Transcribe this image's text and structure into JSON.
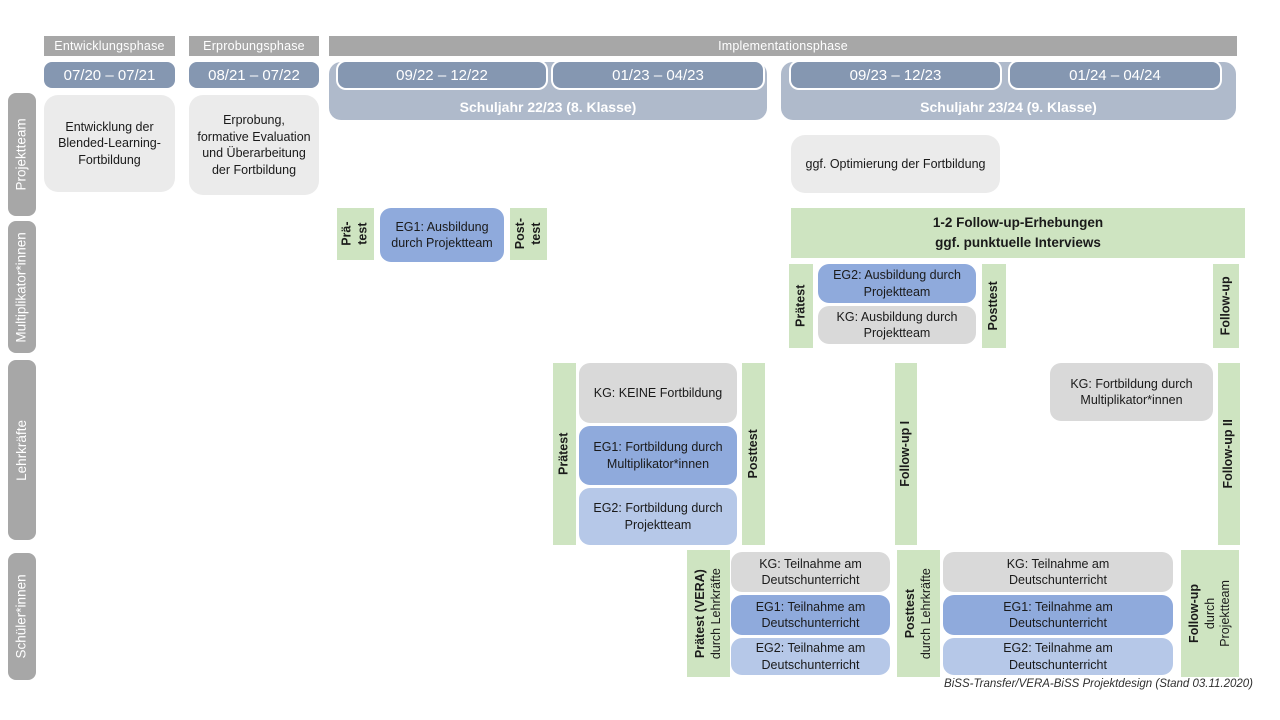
{
  "phases": {
    "p1": "Entwicklungsphase",
    "p2": "Erprobungsphase",
    "p3": "Implementationsphase"
  },
  "dates": {
    "d1": "07/20 – 07/21",
    "d2": "08/21 – 07/22",
    "d3": "09/22 – 12/22",
    "d4": "01/23 – 04/23",
    "d5": "09/23 – 12/23",
    "d6": "01/24 – 04/24"
  },
  "school_years": {
    "sy1": "Schuljahr 22/23 (8. Klasse)",
    "sy2": "Schuljahr 23/24 (9. Klasse)"
  },
  "sidebar": {
    "r1": "Projektteam",
    "r2": "Multiplikator*innen",
    "r3": "Lehrkräfte",
    "r4": "Schüler*innen"
  },
  "projektteam": {
    "entwicklung": "Entwicklung der Blended-Learning-Fortbildung",
    "erprobung": "Erprobung, formative Evaluation und Überarbeitung der Fortbildung",
    "optimierung": "ggf. Optimierung der Fortbildung"
  },
  "multiplikatoren": {
    "praetest_l1": "Prä-",
    "praetest_l2": "test",
    "eg1": "EG1: Ausbildung durch Projektteam",
    "posttest_l1": "Post-",
    "posttest_l2": "test",
    "followup_box_l1": "1-2 Follow-up-Erhebungen",
    "followup_box_l2": "ggf. punktuelle Interviews",
    "praetest2": "Prätest",
    "eg2": "EG2: Ausbildung durch Projektteam",
    "kg": "KG: Ausbildung durch Projektteam",
    "posttest2": "Posttest",
    "followup": "Follow-up"
  },
  "lehrkraefte": {
    "praetest": "Prätest",
    "kg": "KG: KEINE Fortbildung",
    "eg1": "EG1: Fortbildung durch Multiplikator*innen",
    "eg2": "EG2: Fortbildung durch Projektteam",
    "posttest": "Posttest",
    "followup1": "Follow-up I",
    "kg2": "KG: Fortbildung durch Multiplikator*innen",
    "followup2": "Follow-up II"
  },
  "schueler": {
    "praetest_main": "Prätest (VERA)",
    "praetest_sub": "durch Lehrkräfte",
    "kg1": "KG: Teilnahme am Deutschunterricht",
    "eg1a": "EG1: Teilnahme am Deutschunterricht",
    "eg2a": "EG2: Teilnahme am Deutschunterricht",
    "posttest_main": "Posttest",
    "posttest_sub": "durch Lehrkräfte",
    "kg2": "KG: Teilnahme am Deutschunterricht",
    "eg1b": "EG1: Teilnahme am Deutschunterricht",
    "eg2b": "EG2: Teilnahme am Deutschunterricht",
    "followup_main": "Follow-up",
    "followup_sub1": "durch",
    "followup_sub2": "Projektteam"
  },
  "footer": "BiSS-Transfer/VERA-BiSS Projektdesign (Stand 03.11.2020)",
  "colors": {
    "phase_gray": "#a7a7a7",
    "slate_blue": "#8597b1",
    "light_slate": "#afbacb",
    "light_gray_box": "#ebebeb",
    "kg_gray_box": "#d9d9d9",
    "eg1_blue": "#8faadc",
    "eg2_blue": "#b6c8e8",
    "green": "#cee4c1"
  }
}
